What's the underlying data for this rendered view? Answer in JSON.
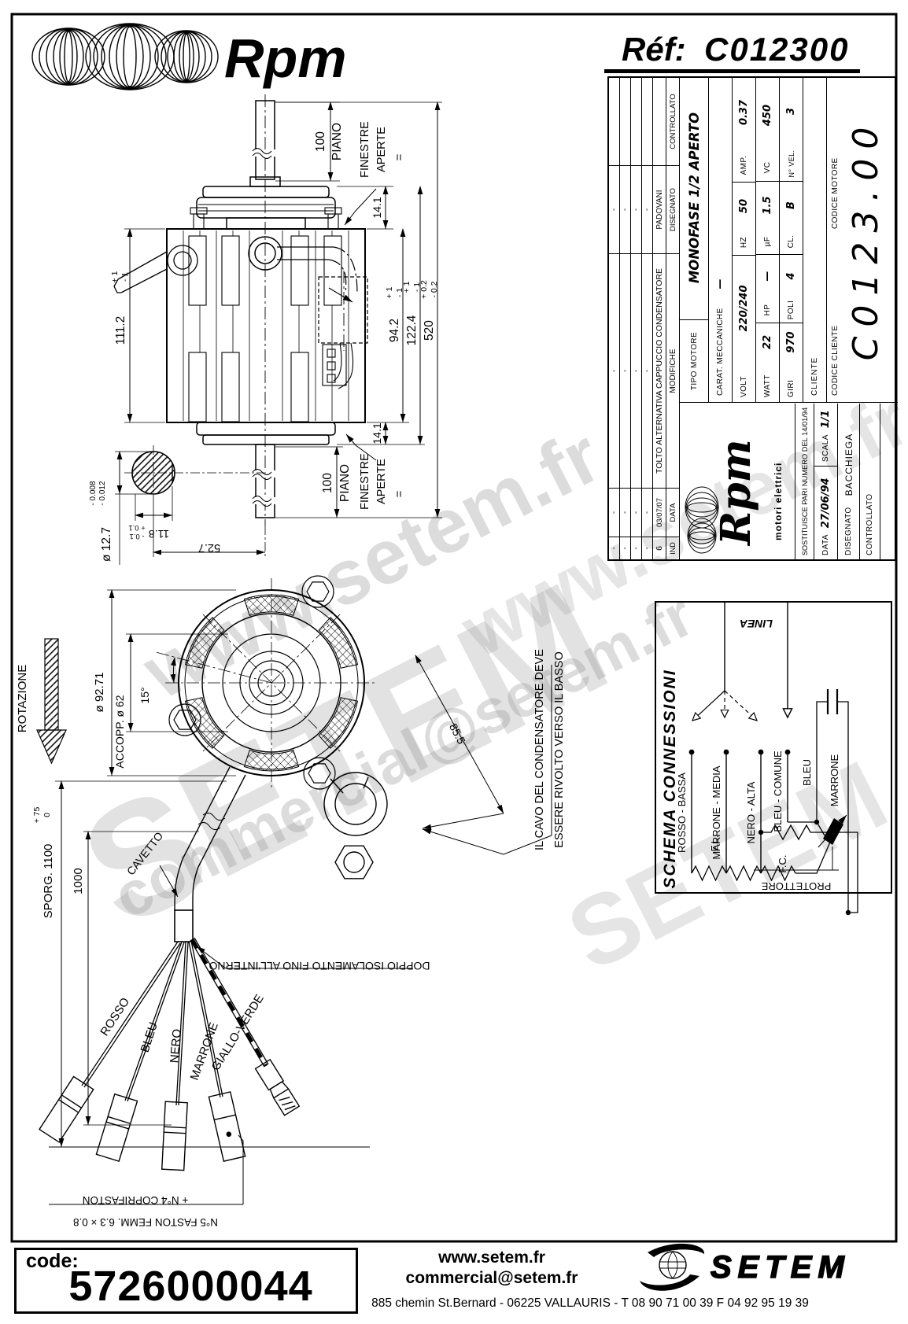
{
  "header": {
    "brand": "Rpm",
    "ref_label": "Réf:",
    "ref_value": "C012300"
  },
  "title_block": {
    "revisions": {
      "headers": [
        "IND",
        "DATA",
        "MODIFICHE",
        "DISEGNATO",
        "CONTROLLATO"
      ],
      "rows": [
        [
          "-",
          "-",
          "-",
          "-",
          ""
        ],
        [
          "-",
          "-",
          "-",
          "-",
          ""
        ],
        [
          "-",
          "-",
          "-",
          "-",
          ""
        ],
        [
          "-",
          "-",
          "-",
          "-",
          ""
        ],
        [
          "6",
          "03/07/07",
          "TOLTO ALTERNATIVA CAPPUCCIO CONDENSATORE",
          "PADOVANI",
          ""
        ]
      ]
    },
    "logo_brand": "Rpm",
    "logo_sub": "motori elettrici",
    "sostituisce": "SOSTITUISCE PARI NUMERO DEL 14/01/94",
    "data_label": "DATA",
    "data_value": "27/06/94",
    "scala_label": "SCALA",
    "scala_value": "1/1",
    "disegnato_label": "DISEGNATO",
    "disegnato_value": "BACCHIEGA",
    "controllato_label": "CONTROLLATO",
    "tipo_label": "TIPO MOTORE",
    "tipo_value": "MONOFASE 1/2 APERTO",
    "carat_label": "CARAT. MECCANICHE",
    "carat_value": "—",
    "volt_label": "VOLT",
    "volt_value": "220/240",
    "hz_label": "HZ",
    "hz_value": "50",
    "amp_label": "AMP.",
    "amp_value": "0.37",
    "watt_label": "WATT",
    "watt_value": "22",
    "hp_label": "HP",
    "hp_value": "—",
    "uf_label": "µF",
    "uf_value": "1.5",
    "vc_label": "VC",
    "vc_value": "450",
    "giri_label": "GIRI",
    "giri_value": "970",
    "poli_label": "POLI",
    "poli_value": "4",
    "cl_label": "CL.",
    "cl_value": "B",
    "nvel_label": "N° VEL.",
    "nvel_value": "3",
    "cliente_label": "CLIENTE",
    "codice_cliente_label": "CODICE CLIENTE",
    "codice_motore_label": "CODICE MOTORE",
    "codice_motore_value": "C0123.00"
  },
  "drawing": {
    "dim_111": "111.2",
    "dim_111_tp": "+ 1",
    "dim_111_tm": "- 1",
    "dim_100_top": "100",
    "piano_top": "PIANO",
    "finestre1": "FINESTRE",
    "aperte1": "APERTE",
    "eq1": "=",
    "dim_14_top": "14.1",
    "dim_94": "94.2",
    "dim_94_tp": "+ 1",
    "dim_94_tm": "- 1",
    "dim_122": "122.4",
    "dim_122_tp": "+ 1",
    "dim_122_tm": "- 1",
    "dim_520": "520",
    "dim_520_tp": "+ 0.2",
    "dim_520_tm": "- 0.2",
    "dim_14_bot": "14.1",
    "finestre2": "FINESTRE",
    "aperte2": "APERTE",
    "eq2": "=",
    "dim_100_bot": "100",
    "piano_bot": "PIANO",
    "dia_127": "ø 12.7",
    "dia_127_t1": "- 0.008",
    "dia_127_t2": "- 0.012",
    "dim_118": "11.8",
    "dim_118_tp": "+ 0.1",
    "dim_118_tm": "- 0.1",
    "dim_527": "52.7",
    "rotazione": "ROTAZIONE",
    "dia_9271": "ø 92.71",
    "accopp": "ACCOPP. ø 62",
    "ang_15": "15°",
    "dim_855": "85.5",
    "note_cavo_1": "IL CAVO DEL CONDENSATORE DEVE",
    "note_cavo_2": "ESSERE RIVOLTO VERSO IL BASSO",
    "cavetto": "CAVETTO",
    "sporg": "SPORG. 1100",
    "sporg_tp": "+ 75",
    "sporg_tm": "0",
    "dim_1000": "1000",
    "note_doppio": "DOPPIO ISOLAMENTO FINO ALL'INTERNO",
    "wire_rosso": "ROSSO",
    "wire_bleu": "BLEU",
    "wire_nero": "NERO",
    "wire_marrone": "MARRONE",
    "wire_gv": "GIALLO-VERDE",
    "note_faston_1": "+ N°4 COPRIFASTON",
    "note_faston_2": "N°5 FASTON FEMM. 6.3 × 0.8"
  },
  "schema": {
    "title": "SCHEMA CONNESSIONI",
    "linea": "LINEA",
    "w1": "ROSSO - BASSA",
    "w2": "MARRONE - MEDIA",
    "w3": "NERO - ALTA",
    "w4": "BLEU - COMUNE",
    "fl": "F.L.",
    "fc": "F.C.",
    "bleu": "BLEU",
    "marrone": "MARRONE",
    "protettore": "PROTETTORE"
  },
  "footer": {
    "code_label": "code:",
    "code_value": "5726000044",
    "site": "www.setem.fr",
    "email": "commercial@setem.fr",
    "address": "885 chemin St.Bernard  -  06225 VALLAURIS  -  T 08 90 71 00 39   F 04 92 95 19 39",
    "setem": "SETEM"
  },
  "watermarks": {
    "w1": "www.setem.fr",
    "w2": "SETEM",
    "w3": "commercial@setem.fr",
    "w4": "www.setem.fr",
    "w5": "SETEM"
  }
}
